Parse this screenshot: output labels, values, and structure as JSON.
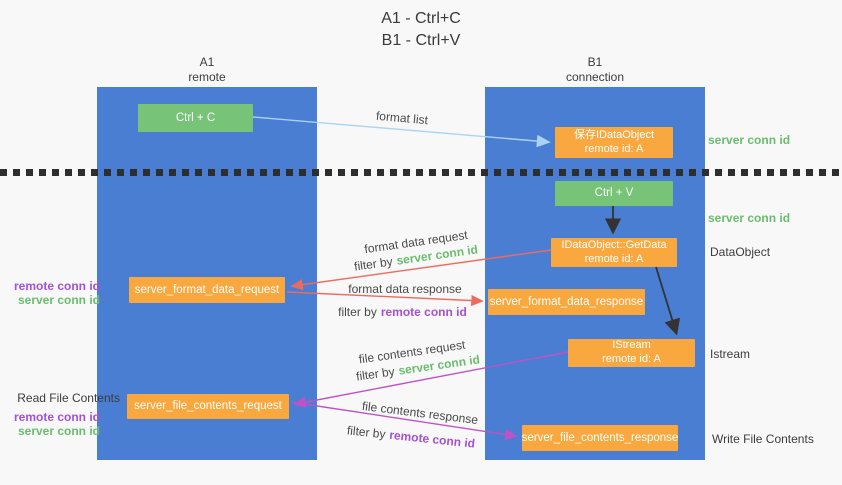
{
  "title": {
    "line1": "A1 - Ctrl+C",
    "line2": "B1 - Ctrl+V"
  },
  "lanes": {
    "a": {
      "id": "A1",
      "role": "remote"
    },
    "b": {
      "id": "B1",
      "role": "connection"
    }
  },
  "nodes": {
    "ctrl_c": {
      "label": "Ctrl + C"
    },
    "save_idataobject": {
      "line1": "保存IDataObject",
      "line2": "remote id: A"
    },
    "ctrl_v": {
      "label": "Ctrl + V"
    },
    "getdata": {
      "line1": "IDataObject::GetData",
      "line2": "remote id: A"
    },
    "format_request": {
      "label": "server_format_data_request"
    },
    "format_response": {
      "label": "server_format_data_response"
    },
    "istream": {
      "line1": "IStream",
      "line2": "remote id: A"
    },
    "file_request": {
      "label": "server_file_contents_request"
    },
    "file_response": {
      "label": "server_file_contents_response"
    }
  },
  "side_labels": {
    "server_conn_top": "server conn id",
    "server_conn_mid": "server conn id",
    "dataobject": "DataObject",
    "istream": "Istream",
    "write_file_contents": "Write File Contents",
    "read_file_contents": "Read File Contents",
    "format_remote_conn": "remote conn id",
    "format_server_conn": "server conn id",
    "file_remote_conn": "remote conn id",
    "file_server_conn": "server conn id"
  },
  "arrows": {
    "format_list": {
      "label": "format list"
    },
    "format_request": {
      "label": "format data request",
      "filter_prefix": "filter by",
      "filter_key": "server conn id"
    },
    "format_response": {
      "label": "format data response",
      "filter_prefix": "filter by",
      "filter_key": "remote conn id"
    },
    "file_request": {
      "label": "file contents request",
      "filter_prefix": "filter by",
      "filter_key": "server conn id"
    },
    "file_response": {
      "label": "file contents response",
      "filter_prefix": "filter by",
      "filter_key": "remote conn id"
    }
  },
  "colors": {
    "lane_blue": "#4a7ed2",
    "green_box": "#77c378",
    "orange_box": "#f8a83e",
    "green_text": "#6abd6e",
    "purple_text": "#a551d0",
    "red_arrow": "#ee6a5f",
    "magenta_arrow": "#bf53c6",
    "light_blue_arrow": "#a9d3f2"
  }
}
